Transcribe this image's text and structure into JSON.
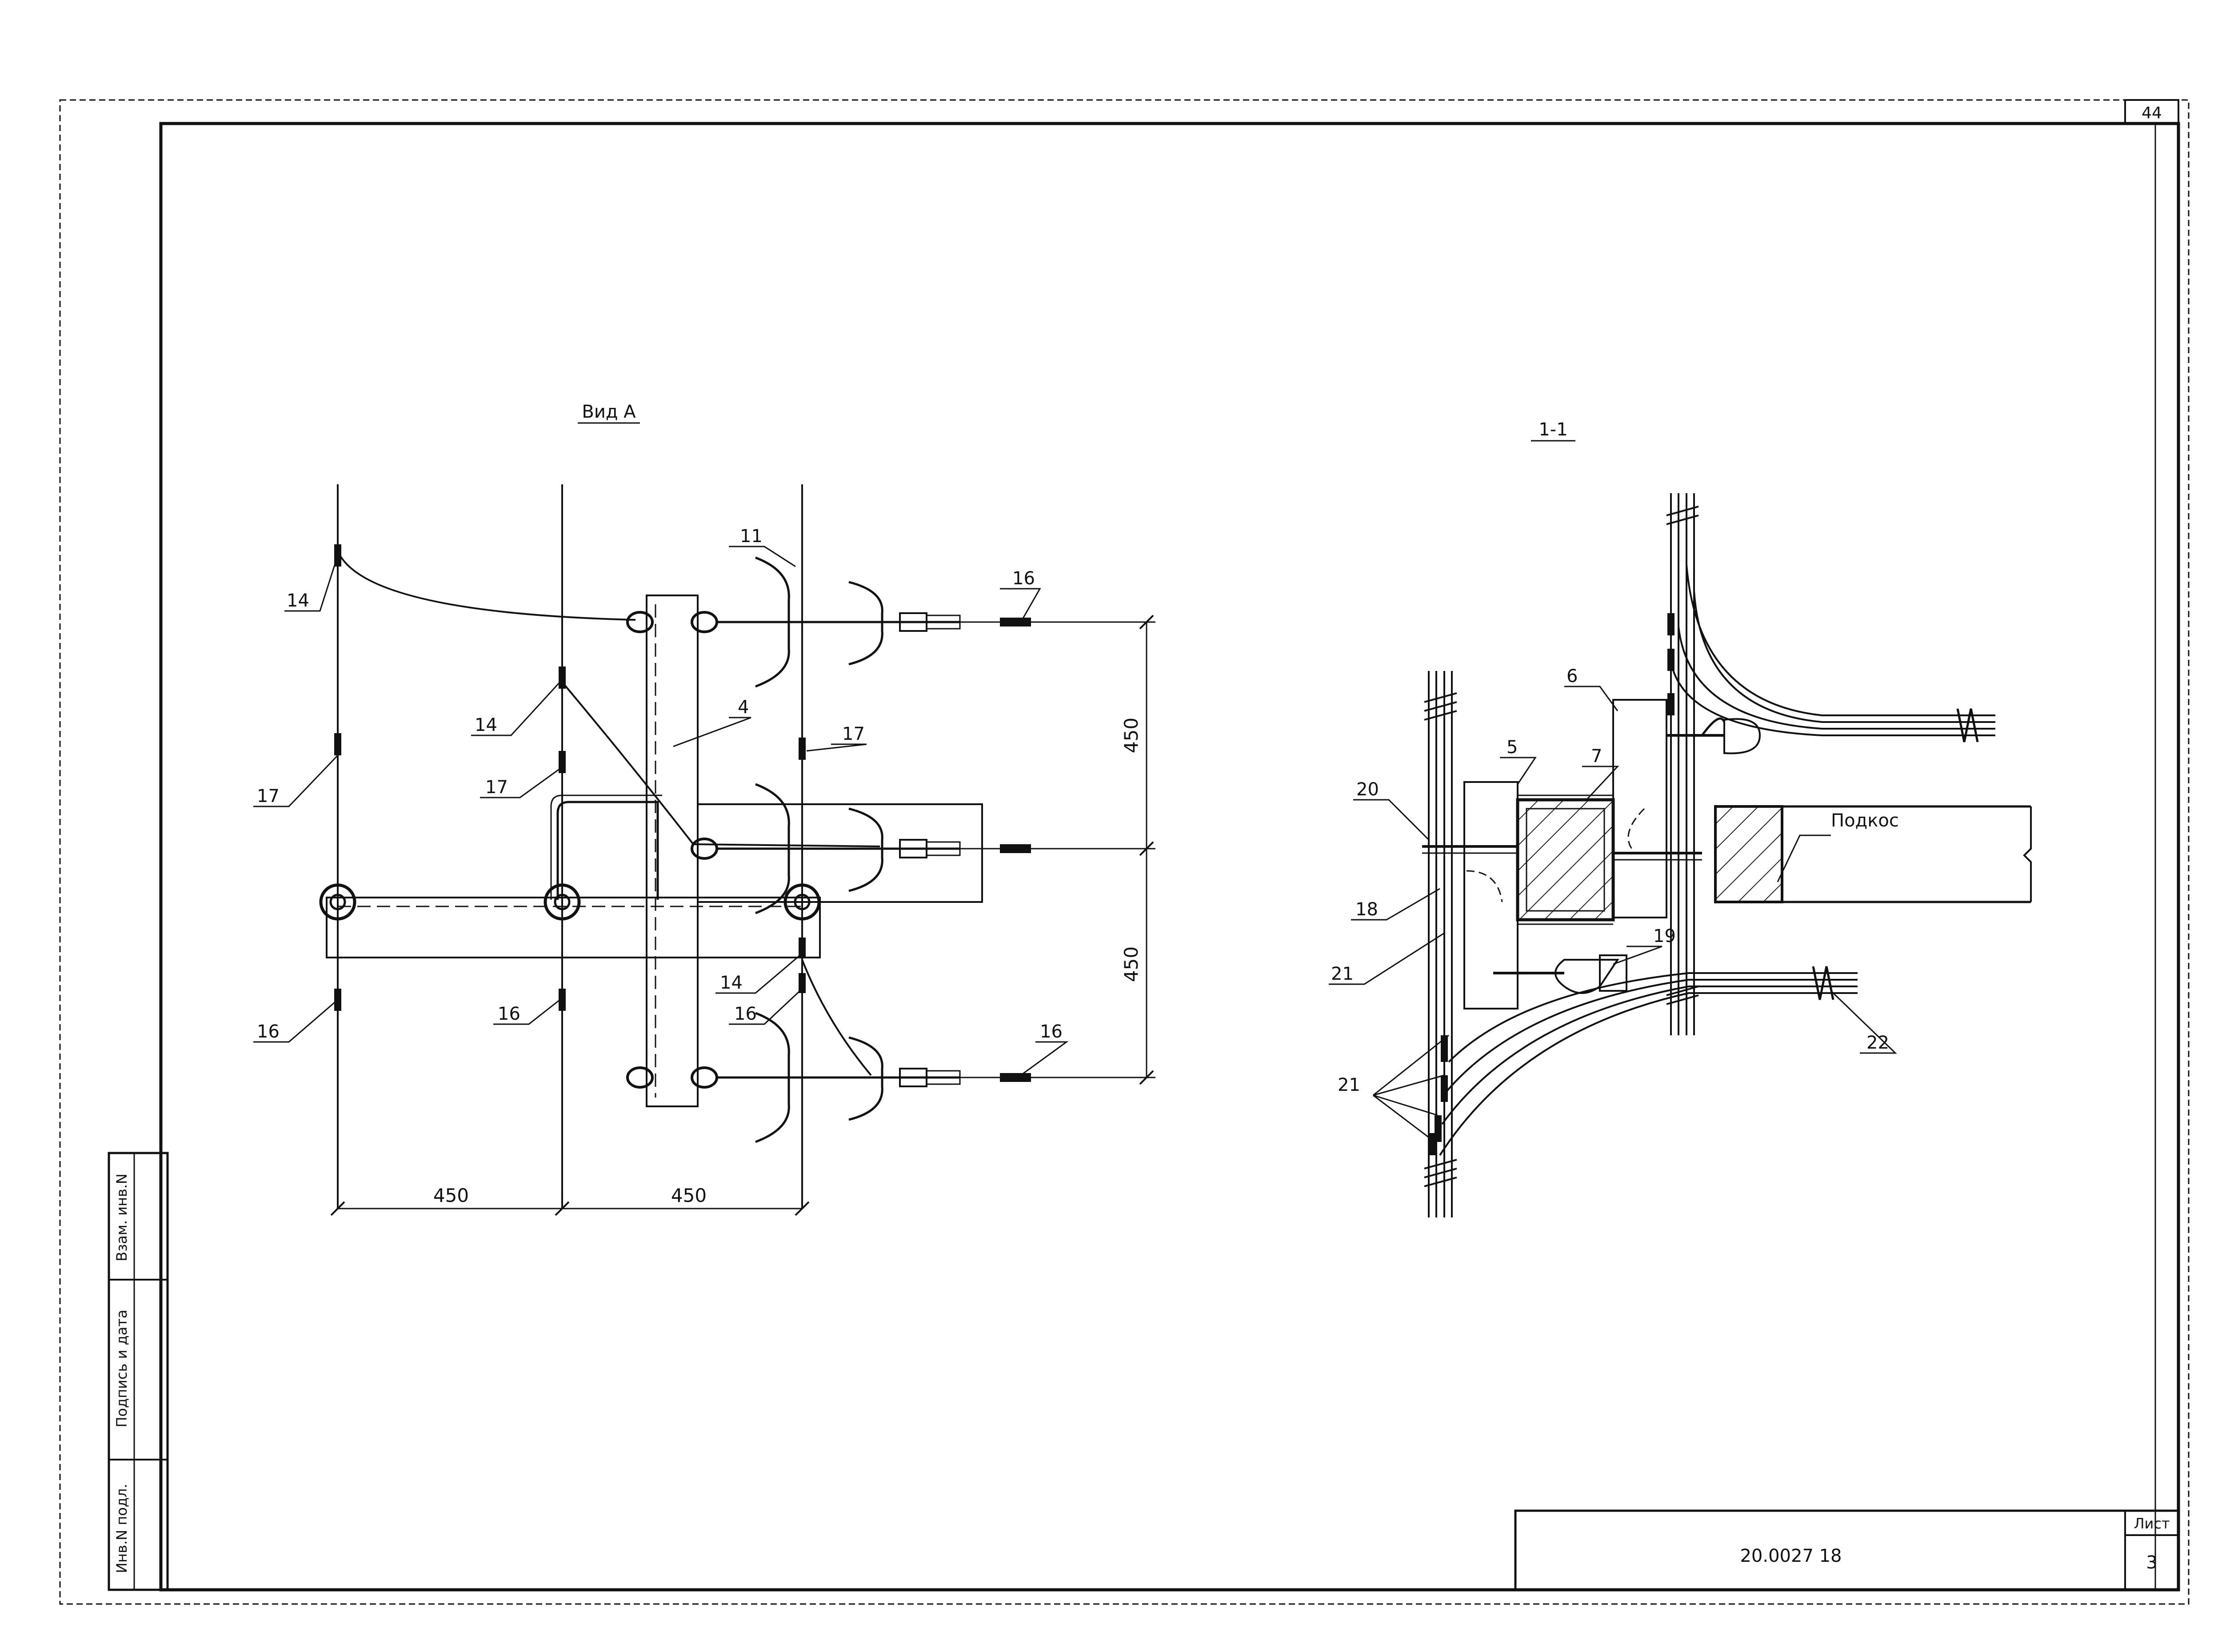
{
  "sheet": {
    "top_number": "44",
    "designation": "20.0027 18",
    "sheet_label": "Лист",
    "sheet_number": "3"
  },
  "side_stamp": {
    "inv_no_orig": "Инв.N подл.",
    "signature_date": "Подпись и дата",
    "replace_inv": "Взам. инв.N"
  },
  "view_a": {
    "title": "Вид А",
    "dim_horizontal": [
      "450",
      "450"
    ],
    "dim_vertical": [
      "450",
      "450"
    ],
    "callouts": {
      "c11": "11",
      "c16_top": "16",
      "c14_left": "14",
      "c14_mid": "14",
      "c4": "4",
      "c17_right": "17",
      "c17_left": "17",
      "c17_mid": "17",
      "c14_low": "14",
      "c16_left": "16",
      "c16_mid": "16",
      "c16_low": "16",
      "c16_bottom": "16"
    }
  },
  "section_1_1": {
    "title": "1-1",
    "strut_label": "Подкос",
    "callouts": {
      "c6": "6",
      "c5": "5",
      "c7": "7",
      "c20": "20",
      "c18": "18",
      "c19": "19",
      "c21_a": "21",
      "c21_b": "21",
      "c22": "22"
    }
  }
}
